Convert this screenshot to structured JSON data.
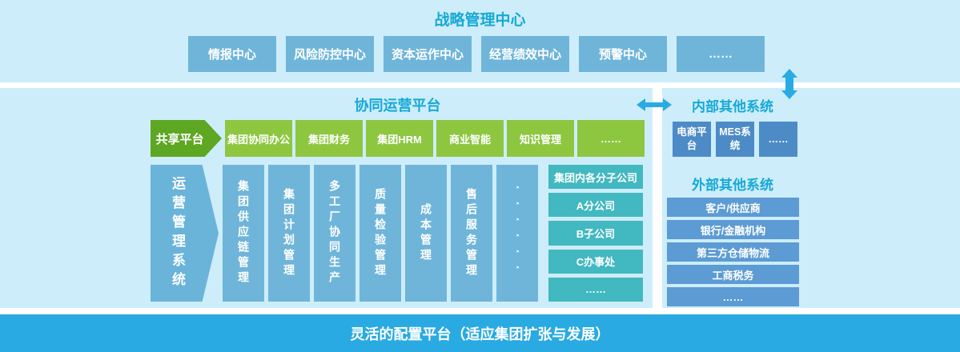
{
  "colors": {
    "background_light_blue": "#cdedfb",
    "box_blue": "#6fb5d9",
    "accent_cyan": "#29abe2",
    "title_teal": "#17a9d6",
    "arrow_green_dark": "#5ea722",
    "box_green_light": "#8dc740",
    "box_teal": "#42b8c0",
    "box_inner_blue": "#4d8bc7",
    "box_outer_blue": "#5c9bd3",
    "footer_cyan": "#29aae2"
  },
  "strategic": {
    "title": "战略管理中心",
    "boxes": [
      "情报中心",
      "风险防控中心",
      "资本运作中心",
      "经营绩效中心",
      "预警中心",
      "……"
    ]
  },
  "collaboration": {
    "title": "协同运营平台",
    "share_platform_label": "共享平台",
    "share_boxes": [
      "集团协同办公",
      "集团财务",
      "集团HRM",
      "商业智能",
      "知识管理",
      "……"
    ],
    "operation_system_label": "运营管理系统",
    "columns": [
      "集团供应链管理",
      "集团计划管理",
      "多工厂协同生产",
      "质量检验管理",
      "成本管理",
      "售后服务管理"
    ],
    "columns_dots": "······",
    "subsidiaries": [
      "集团内各分子公司",
      "A分公司",
      "B子公司",
      "C办事处",
      "……"
    ]
  },
  "internal_systems": {
    "title": "内部其他系统",
    "boxes": [
      "电商平台",
      "MES系统",
      "……"
    ]
  },
  "external_systems": {
    "title": "外部其他系统",
    "boxes": [
      "客户/供应商",
      "银行/金融机构",
      "第三方仓储物流",
      "工商税务",
      "……"
    ]
  },
  "footer": {
    "label": "灵活的配置平台（适应集团扩张与发展）"
  }
}
